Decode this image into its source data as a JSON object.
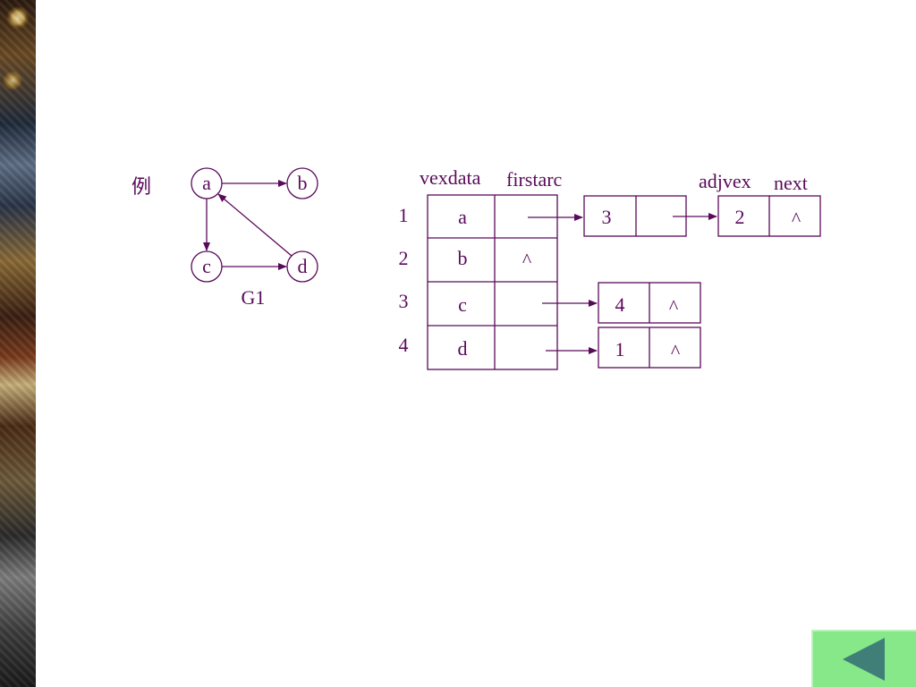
{
  "example_label": "例",
  "graph": {
    "name": "G1",
    "vertices": [
      "a",
      "b",
      "c",
      "d"
    ],
    "edges": [
      [
        "a",
        "b"
      ],
      [
        "a",
        "c"
      ],
      [
        "c",
        "d"
      ],
      [
        "d",
        "a"
      ]
    ]
  },
  "adjacency_list": {
    "headers": {
      "vexdata": "vexdata",
      "firstarc": "firstarc",
      "adjvex": "adjvex",
      "next": "next"
    },
    "rows": [
      {
        "index": "1",
        "vexdata": "a",
        "firstarc": ""
      },
      {
        "index": "2",
        "vexdata": "b",
        "firstarc": "^"
      },
      {
        "index": "3",
        "vexdata": "c",
        "firstarc": ""
      },
      {
        "index": "4",
        "vexdata": "d",
        "firstarc": ""
      }
    ],
    "arc_nodes": [
      {
        "row": "1",
        "adjvex": "3",
        "next": ""
      },
      {
        "row": "1",
        "adjvex": "2",
        "next": "^"
      },
      {
        "row": "3",
        "adjvex": "4",
        "next": "^"
      },
      {
        "row": "4",
        "adjvex": "1",
        "next": "^"
      }
    ]
  },
  "colors": {
    "ink": "#5a0a5a",
    "nav_button_bg": "#86e889",
    "nav_arrow": "#3f7f78"
  },
  "nav": {
    "back_icon": "back-arrow-icon"
  }
}
